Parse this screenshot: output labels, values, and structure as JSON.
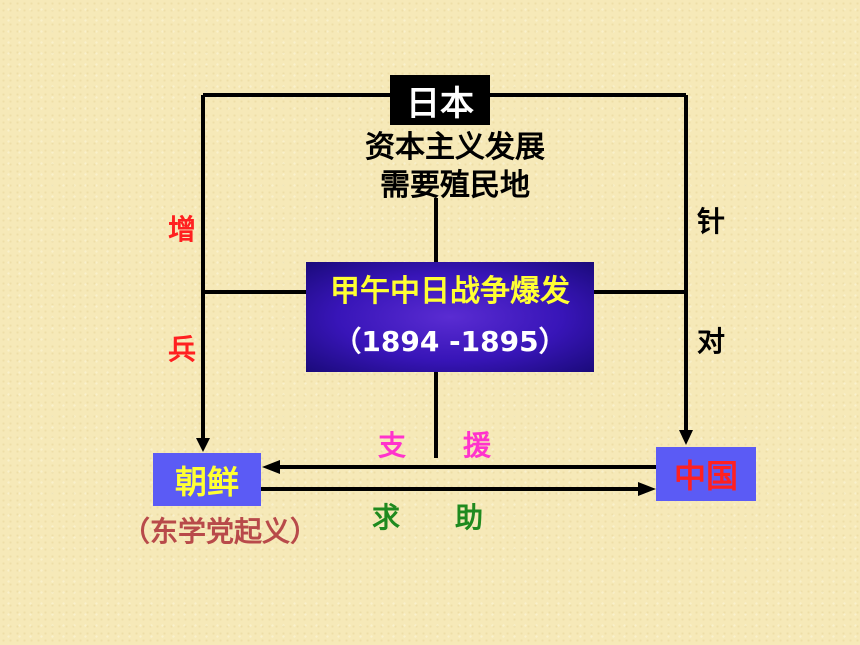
{
  "japan": {
    "title": "日本",
    "line1": "资本主义发展",
    "line2": "需要殖民地"
  },
  "war": {
    "title": "甲午中日战争爆发",
    "years": "（1894 -1895）"
  },
  "left_label": [
    "增",
    "兵"
  ],
  "right_label": [
    "针",
    "对"
  ],
  "korea": {
    "name": "朝鲜",
    "event": "（东学党起义）"
  },
  "china": {
    "name": "中国"
  },
  "china_to_korea": [
    "支",
    "援"
  ],
  "korea_to_china": [
    "求",
    "助"
  ],
  "colors": {
    "background": "#f6e9b8",
    "box_blue": "#5b5bf5",
    "war_box": "#3815b8",
    "war_title": "#ffff33",
    "left_label": "#ff2020",
    "support": "#ff33cc",
    "help": "#1f8a1f",
    "event": "#b84a4a"
  }
}
